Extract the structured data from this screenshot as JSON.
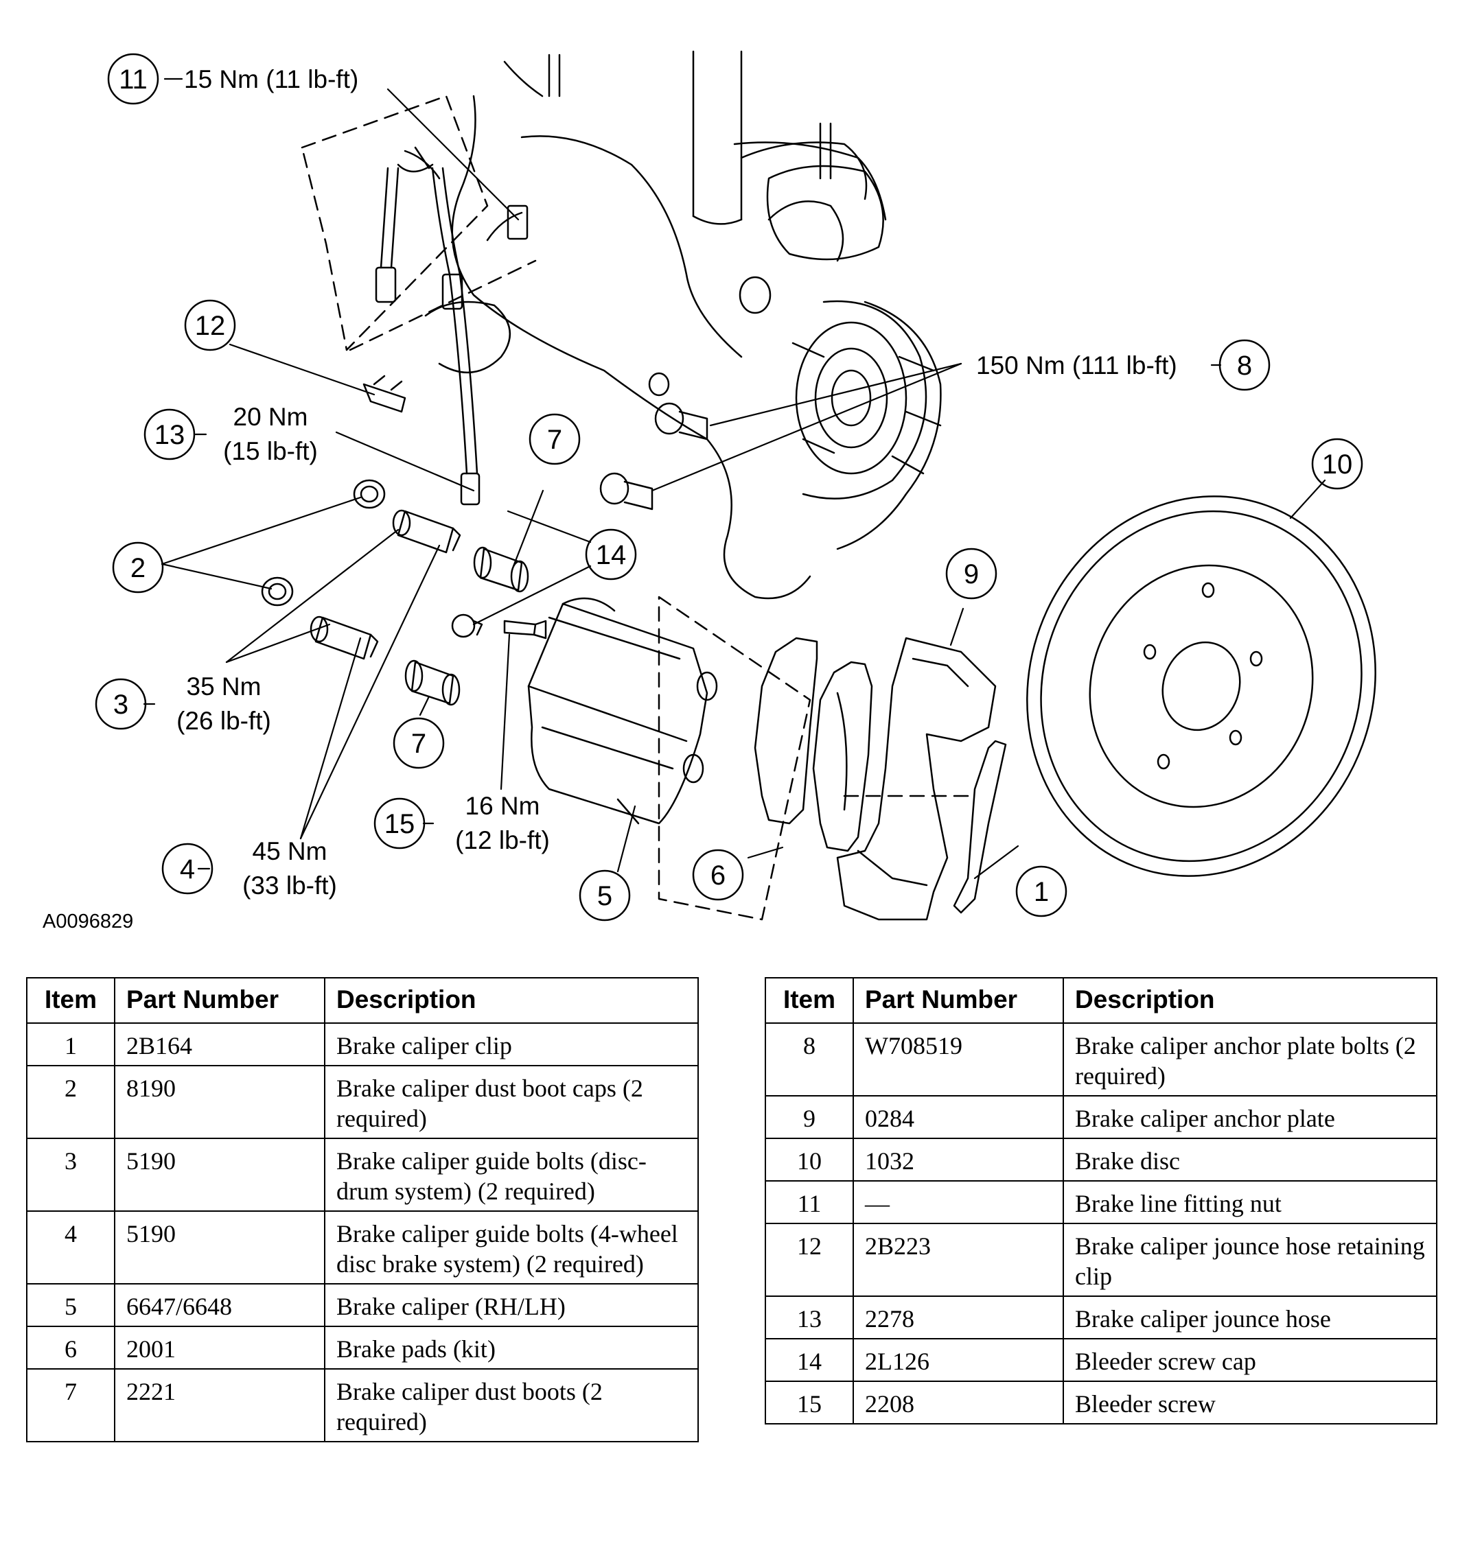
{
  "diagram": {
    "figure_id": "A0096829",
    "callouts": [
      {
        "num": "1"
      },
      {
        "num": "2"
      },
      {
        "num": "3"
      },
      {
        "num": "4"
      },
      {
        "num": "5"
      },
      {
        "num": "6"
      },
      {
        "num": "7"
      },
      {
        "num": "7"
      },
      {
        "num": "8"
      },
      {
        "num": "9"
      },
      {
        "num": "10"
      },
      {
        "num": "11"
      },
      {
        "num": "12"
      },
      {
        "num": "13"
      },
      {
        "num": "14"
      },
      {
        "num": "15"
      }
    ],
    "torque_specs": [
      {
        "item": "11",
        "lines": [
          "15 Nm (11 lb-ft)"
        ]
      },
      {
        "item": "8",
        "lines": [
          "150 Nm (111 lb-ft)"
        ]
      },
      {
        "item": "13",
        "lines": [
          "20 Nm",
          "(15 lb-ft)"
        ]
      },
      {
        "item": "3",
        "lines": [
          "35 Nm",
          "(26 lb-ft)"
        ]
      },
      {
        "item": "4",
        "lines": [
          "45 Nm",
          "(33 lb-ft)"
        ]
      },
      {
        "item": "15",
        "lines": [
          "16 Nm",
          "(12 lb-ft)"
        ]
      }
    ]
  },
  "parts_table": {
    "headers": {
      "item": "Item",
      "part_number": "Part Number",
      "description": "Description"
    },
    "left_rows": [
      {
        "item": "1",
        "part_number": "2B164",
        "description": "Brake caliper clip"
      },
      {
        "item": "2",
        "part_number": "8190",
        "description": "Brake caliper dust boot caps (2 required)"
      },
      {
        "item": "3",
        "part_number": "5190",
        "description": "Brake caliper guide bolts (disc-drum system) (2 required)"
      },
      {
        "item": "4",
        "part_number": "5190",
        "description": "Brake caliper guide bolts (4-wheel disc brake system) (2 required)"
      },
      {
        "item": "5",
        "part_number": "6647/6648",
        "description": "Brake caliper (RH/LH)"
      },
      {
        "item": "6",
        "part_number": "2001",
        "description": "Brake pads (kit)"
      },
      {
        "item": "7",
        "part_number": "2221",
        "description": "Brake caliper dust boots (2 required)"
      }
    ],
    "right_rows": [
      {
        "item": "8",
        "part_number": "W708519",
        "description": "Brake caliper anchor plate bolts (2 required)"
      },
      {
        "item": "9",
        "part_number": "0284",
        "description": "Brake caliper anchor plate"
      },
      {
        "item": "10",
        "part_number": "1032",
        "description": "Brake disc"
      },
      {
        "item": "11",
        "part_number": "—",
        "description": "Brake line fitting nut"
      },
      {
        "item": "12",
        "part_number": "2B223",
        "description": "Brake caliper jounce hose retaining clip"
      },
      {
        "item": "13",
        "part_number": "2278",
        "description": "Brake caliper jounce hose"
      },
      {
        "item": "14",
        "part_number": "2L126",
        "description": "Bleeder screw cap"
      },
      {
        "item": "15",
        "part_number": "2208",
        "description": "Bleeder screw"
      }
    ]
  }
}
